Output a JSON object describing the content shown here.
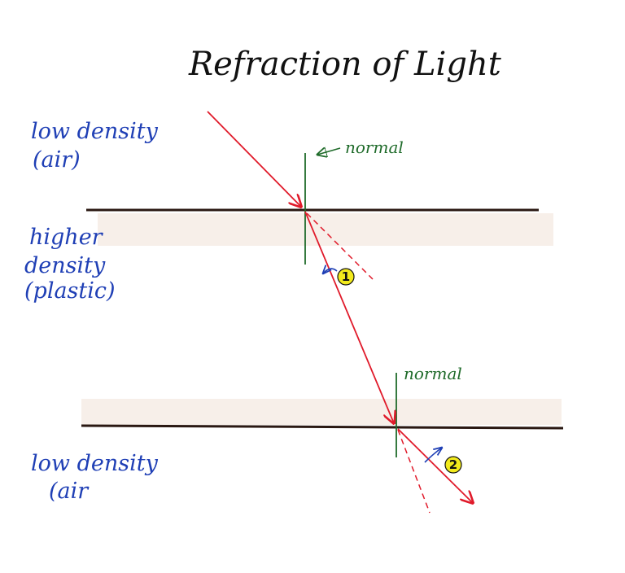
{
  "title": "Refraction of Light",
  "regions": {
    "top_low_density": "low density",
    "top_air": "(air)",
    "higher": "higher",
    "density": "density",
    "plastic": "(plastic)",
    "bottom_low_density": "low density",
    "bottom_air": "(air"
  },
  "normal_labels": {
    "upper": "normal",
    "lower": "normal"
  },
  "markers": {
    "one": "1",
    "two": "2"
  },
  "colors": {
    "ray": "#e01a2a",
    "normal_line": "#1f6b2a",
    "interface": "#2a1812",
    "region_text": "#1f3fb5",
    "marker_fill": "#f2ea1c",
    "angle_arrow": "#1f3fb5"
  }
}
